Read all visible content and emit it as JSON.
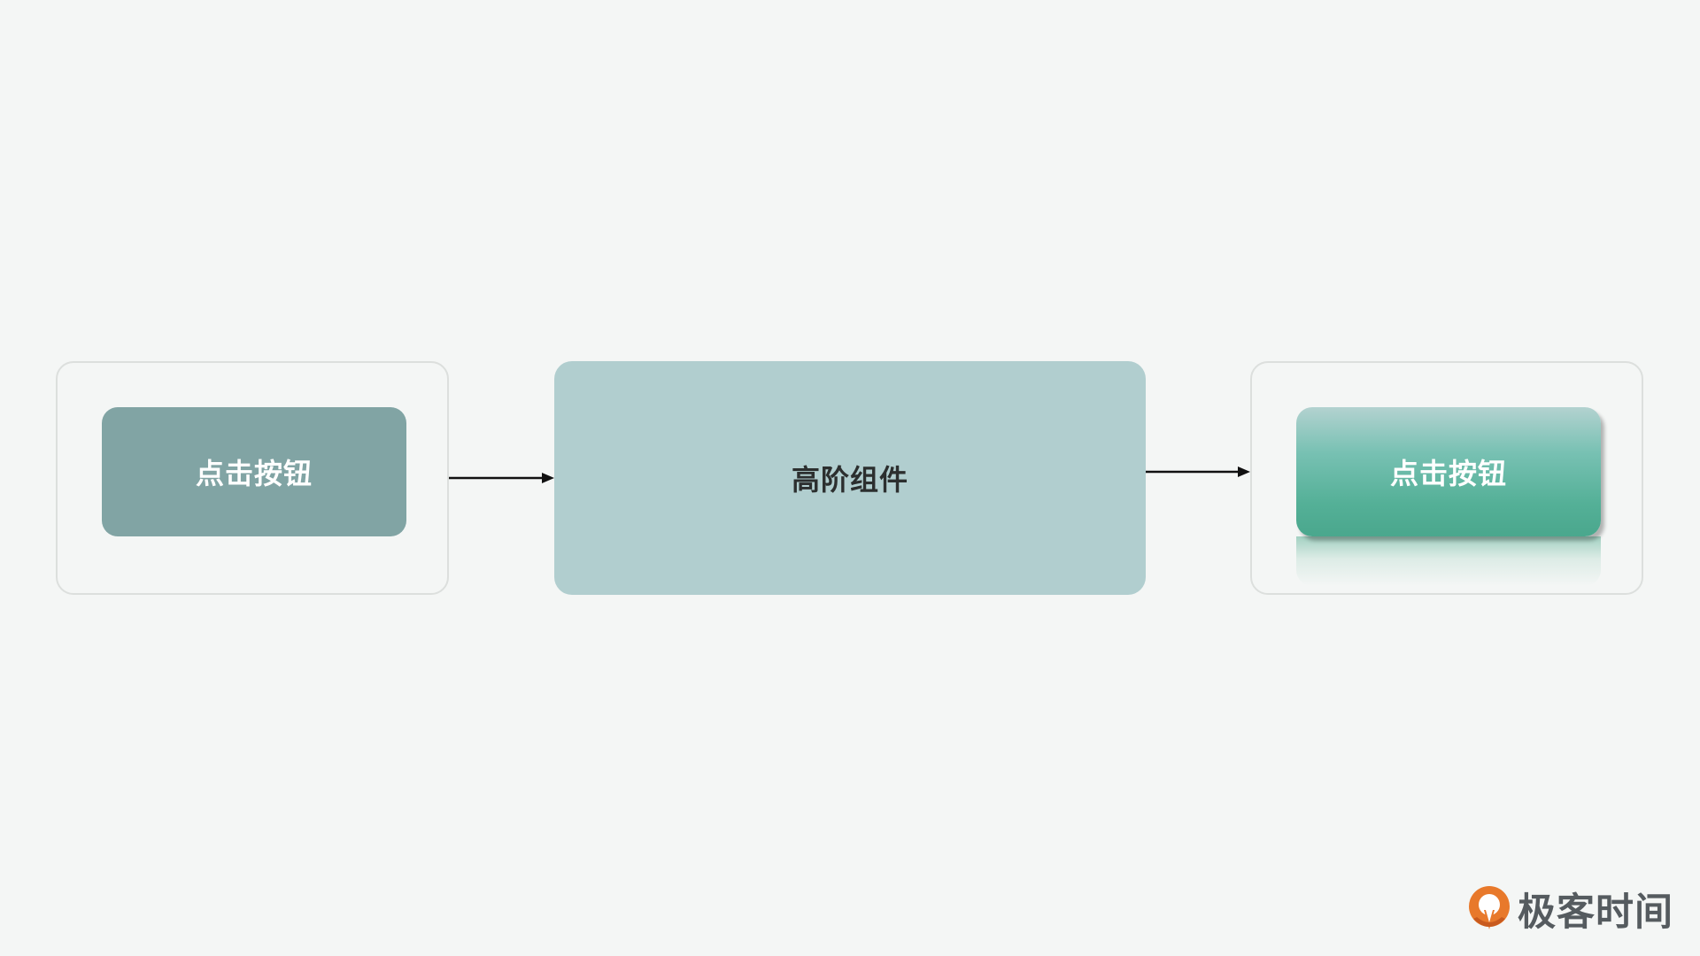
{
  "diagram": {
    "input_button": {
      "label": "点击按钮"
    },
    "hoc": {
      "label": "高阶组件"
    },
    "output_button": {
      "label": "点击按钮"
    }
  },
  "logo": {
    "text": "极客时间"
  },
  "colors": {
    "plain_button": "#81a4a4",
    "hoc_box": "#b1cecf",
    "enhanced_button": "#54b097",
    "logo_orange": "#e8792b"
  }
}
